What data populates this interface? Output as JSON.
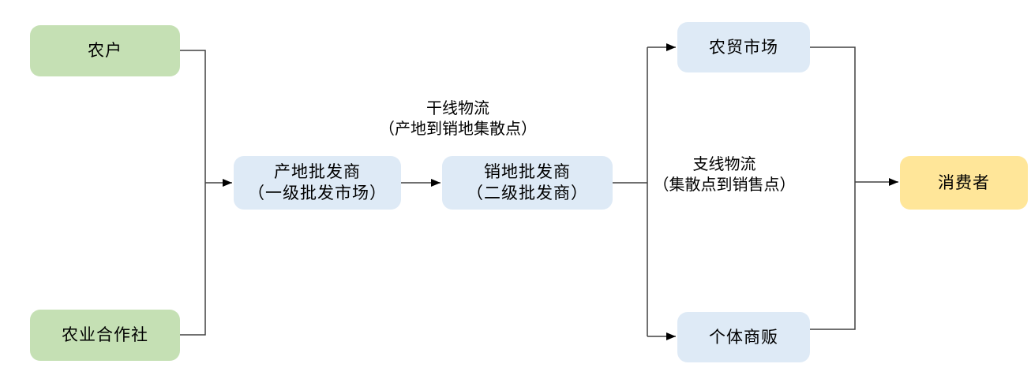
{
  "colors": {
    "green_fill": "#C5E0B4",
    "blue_fill": "#DEEAF6",
    "yellow_fill": "#FFE699",
    "line": "#404040",
    "arrow": "#000000",
    "text": "#000000"
  },
  "nodes": {
    "farmer": {
      "label": "农户"
    },
    "cooperative": {
      "label": "农业合作社"
    },
    "origin_wholesaler": {
      "line1": "产地批发商",
      "line2": "（一级批发市场）"
    },
    "destination_wholesaler": {
      "line1": "销地批发商",
      "line2": "（二级批发商）"
    },
    "farmers_market": {
      "label": "农贸市场"
    },
    "individual_vendor": {
      "label": "个体商贩"
    },
    "consumer": {
      "label": "消费者"
    }
  },
  "edge_labels": {
    "trunk_logistics": {
      "line1": "干线物流",
      "line2": "（产地到销地集散点）"
    },
    "branch_logistics": {
      "line1": "支线物流",
      "line2": "（集散点到销售点）"
    }
  }
}
